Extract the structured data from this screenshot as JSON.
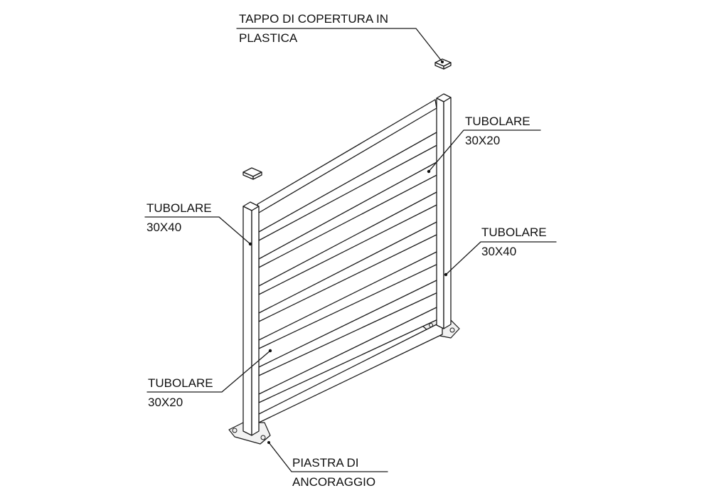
{
  "labels": {
    "cap": {
      "line1": "TAPPO DI COPERTURA IN",
      "line2": "PLASTICA"
    },
    "tube_top_right": {
      "line1": "TUBOLARE",
      "line2": "30X20"
    },
    "post_left": {
      "line1": "TUBOLARE",
      "line2": "30X40"
    },
    "post_right": {
      "line1": "TUBOLARE",
      "line2": "30X40"
    },
    "tube_bottom_left": {
      "line1": "TUBOLARE",
      "line2": "30X20"
    },
    "plate": {
      "line1": "PIASTRA DI",
      "line2": "ANCORAGGIO"
    }
  },
  "colors": {
    "line": "#1a1a1a",
    "text": "#111111",
    "background": "#ffffff"
  }
}
